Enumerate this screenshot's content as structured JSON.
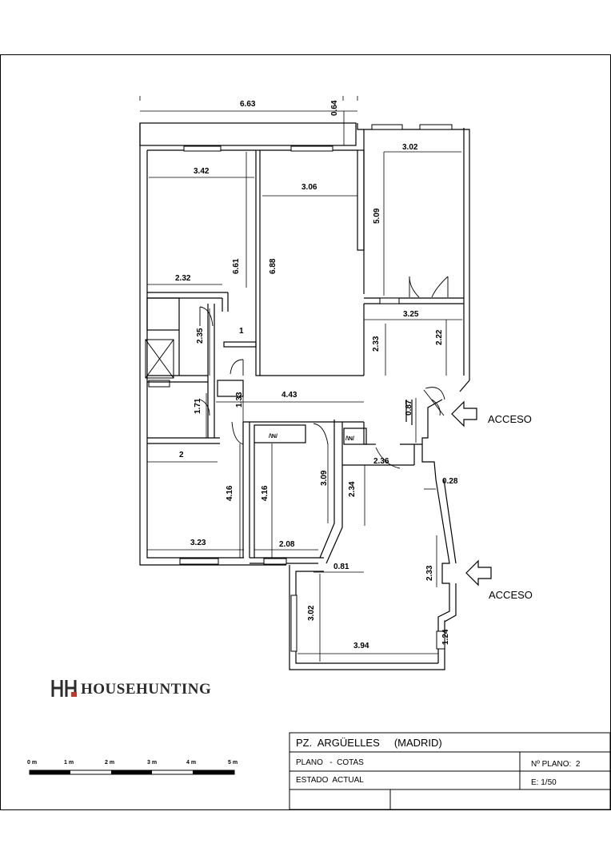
{
  "plan": {
    "dimensions": [
      "6.63",
      "0.64",
      "3.02",
      "3.42",
      "3.06",
      "5.09",
      "6.61",
      "6.88",
      "2.32",
      "3.25",
      "2.35",
      "1",
      "2.33",
      "2.22",
      "1.33",
      "4.43",
      "0.87",
      "1.71",
      "2.36",
      "0.28",
      "2",
      "4.16",
      "4.16",
      "3.09",
      "2.34",
      "3.23",
      "2.08",
      "0.81",
      "2.33",
      "3.02",
      "3.94",
      "1.24"
    ],
    "access_labels": [
      "ACCESO",
      "ACCESO"
    ],
    "shaft_labels": [
      "/\\N/",
      "/\\N/"
    ]
  },
  "logo": {
    "text": "HOUSEHUNTING",
    "mark": "HH"
  },
  "scale_bar": {
    "ticks": [
      "0 m",
      "1 m",
      "2 m",
      "3 m",
      "4 m",
      "5 m"
    ]
  },
  "title_block": {
    "address": "PZ.  ARGÜELLES     (MADRID)",
    "plan_type": "PLANO   -  COTAS",
    "plan_number": "Nº PLANO:  2",
    "state": "ESTADO  ACTUAL",
    "scale": "E: 1/50"
  },
  "colors": {
    "wall": "#000000",
    "logo_accent": "#c0392b",
    "logo_text": "#2b2b2b"
  }
}
